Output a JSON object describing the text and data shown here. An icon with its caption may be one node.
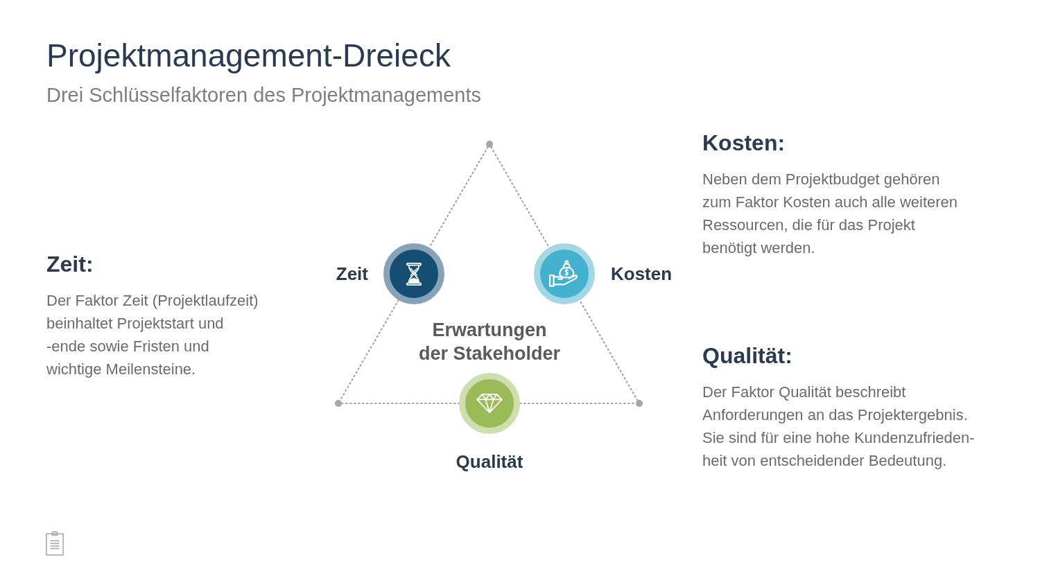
{
  "diagram": {
    "title": "Projektmanagement-Dreieck",
    "nodes": [
      {
        "text": [],
        "shape": "circle"
      },
      {
        "text": [],
        "shape": "circle",
        "beside": [
          "Zeit"
        ]
      },
      {
        "text": [],
        "shape": "circle",
        "beside": [
          "Kosten"
        ]
      },
      {
        "text": [],
        "shape": "circle"
      },
      {
        "text": [],
        "shape": "circle",
        "beside": [
          "Qualität"
        ]
      },
      {
        "text": [],
        "shape": "circle"
      }
    ],
    "edges": [
      {
        "from": 0,
        "to": 1,
        "arrow": "none",
        "style": "dashed"
      },
      {
        "from": 0,
        "to": 2,
        "arrow": "none",
        "style": "dashed"
      },
      {
        "from": 1,
        "to": 3,
        "arrow": "none",
        "style": "dashed"
      },
      {
        "from": 3,
        "to": 4,
        "arrow": "none",
        "style": "dashed"
      },
      {
        "from": 4,
        "to": 5,
        "arrow": "none",
        "style": "dashed"
      },
      {
        "from": 5,
        "to": 2,
        "arrow": "none",
        "style": "dashed"
      }
    ],
    "labels": [
      "Drei Schlüsselfaktoren des Projektmanagements",
      "Zeit:",
      "Der Faktor Zeit (Projektlaufzeit) beinhaltet Projektstart und -ende sowie Fristen und wichtige Meilensteine.",
      "Erwartungen der Stakeholder",
      "Kosten:",
      "Neben dem Projektbudget gehören zum Faktor Kosten auch alle weiteren Ressourcen, die für das Projekt benötigt werden.",
      "Qualität:",
      "Der Faktor Qualität beschreibt Anforderungen an das Projektergebnis. Sie sind für eine hohe Kundenzufrieden-heit von entscheidender Bedeutung."
    ]
  }
}
